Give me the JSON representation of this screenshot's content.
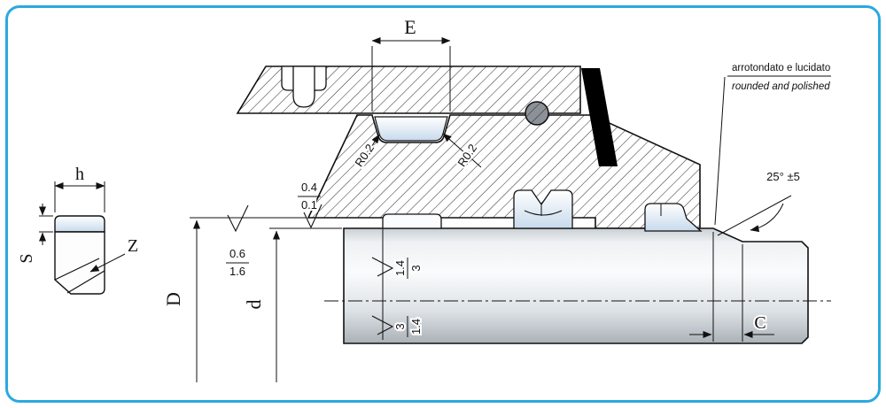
{
  "colors": {
    "frame": "#2BA9E0",
    "line": "#1a1a1a",
    "seal_fill": "#d9e7f5",
    "shaft_light": "#fafbfc",
    "shaft_dark": "#aab1b7"
  },
  "dims": {
    "h": "h",
    "s": "S",
    "z": "Z",
    "e": "E",
    "big_d": "D",
    "small_d": "d",
    "c": "C"
  },
  "radius": {
    "left": "R0.2",
    "right": "R0.2"
  },
  "finish": {
    "groove_top": "0.4",
    "groove_bot": "0.1",
    "face_top": "0.6",
    "face_bot": "1.6",
    "shaft_up_a": "1.4",
    "shaft_up_b": "3",
    "shaft_lo_a": "3",
    "shaft_lo_b": "1.4"
  },
  "angle": "25° ±5",
  "note_it": "arrotondato e lucidato",
  "note_en": "rounded and polished"
}
